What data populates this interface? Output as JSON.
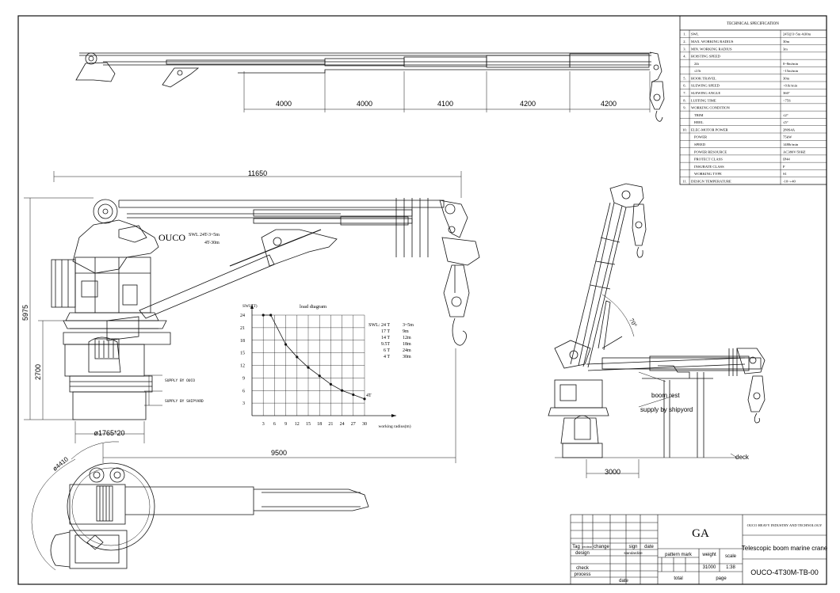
{
  "spec": {
    "title": "TECHNICAL SPECIFICATION",
    "rows": [
      {
        "no": "1.",
        "label": "SWL",
        "value": "24T@3~5m 4t30m"
      },
      {
        "no": "2.",
        "label": "MAX. WORKING RADIUS",
        "value": "30m"
      },
      {
        "no": "3.",
        "label": "MIN. WORKING RADIUS",
        "value": "3m"
      },
      {
        "no": "4.",
        "label": "HOISTING SPEED",
        "value": ""
      },
      {
        "no": "",
        "label": "24t",
        "value": "0~8m/min"
      },
      {
        "no": "",
        "label": "≤15t",
        "value": "~15m/min"
      },
      {
        "no": "5.",
        "label": "HOOK TRAVEL",
        "value": "30m"
      },
      {
        "no": "6.",
        "label": "SLEWING SPEED",
        "value": "~0.6r/min"
      },
      {
        "no": "7.",
        "label": "SLEWING ANGLE",
        "value": "360°"
      },
      {
        "no": "8.",
        "label": "LUFFING TIME",
        "value": "~75S"
      },
      {
        "no": "9.",
        "label": "WORKING CONDITION",
        "value": ""
      },
      {
        "no": "",
        "label": "TRIM",
        "value": "≤2°"
      },
      {
        "no": "",
        "label": "HEEL",
        "value": "≤5°"
      },
      {
        "no": "10.",
        "label": "ELEC-MOTOR POWER",
        "value": "280S4A"
      },
      {
        "no": "",
        "label": "POWER",
        "value": "75kW"
      },
      {
        "no": "",
        "label": "SPEED",
        "value": "1480r/min"
      },
      {
        "no": "",
        "label": "POWER RESOURCE",
        "value": "AC380V/50HZ"
      },
      {
        "no": "",
        "label": "PROTECT CLASS",
        "value": "IP44"
      },
      {
        "no": "",
        "label": "INSURATE CLASS",
        "value": "F"
      },
      {
        "no": "",
        "label": "WORKING TYPE",
        "value": "S1"
      },
      {
        "no": "11.",
        "label": "DESIGN TEMPERATURE",
        "value": "-10~+40"
      }
    ]
  },
  "dims": {
    "top_segments": [
      "4000",
      "4000",
      "4100",
      "4200",
      "4200"
    ],
    "total_length": "11650",
    "height": "5975",
    "lower_height": "2700",
    "base_dia": "ø1765*20",
    "slew_radius": "ø4410",
    "reach": "9500",
    "side_offset": "3000",
    "angle": "70°"
  },
  "labels": {
    "brand": "OUCO",
    "swl_line1": "SWL  24T-3~5m",
    "swl_line2": "4T-30m",
    "supply_ouco": "SUPPLY BY OUCO",
    "supply_shipyard": "SUPPLY BY SHIPYARD",
    "boom_rest": "boom rest",
    "supply_shipyord": "supply by shipyord",
    "deck": "deck"
  },
  "chart_data": {
    "type": "line",
    "title": "load diagram",
    "xlabel": "working radius(m)",
    "ylabel": "SWL(T)",
    "x_ticks": [
      3,
      6,
      9,
      12,
      15,
      18,
      21,
      24,
      27,
      30
    ],
    "y_ticks": [
      3,
      6,
      9,
      12,
      15,
      18,
      21,
      24
    ],
    "xlim": [
      0,
      30
    ],
    "ylim": [
      0,
      24
    ],
    "grid": true,
    "x": [
      3,
      5,
      9,
      12,
      15,
      18,
      21,
      24,
      27,
      30
    ],
    "values": [
      24,
      24,
      17,
      14,
      11.5,
      9.5,
      7.5,
      6,
      5,
      4
    ],
    "end_label": "4T",
    "legend": [
      {
        "swl": "SWL: 24 T",
        "radius": "3~5m"
      },
      {
        "swl": "17 T",
        "radius": "9m"
      },
      {
        "swl": "14 T",
        "radius": "12m"
      },
      {
        "swl": "9.5T",
        "radius": "18m"
      },
      {
        "swl": "6 T",
        "radius": "24m"
      },
      {
        "swl": "4 T",
        "radius": "30m"
      }
    ]
  },
  "title_block": {
    "company": "OUCO HEAVY INDUSTRY AND TECHNOLOGY",
    "drawing_type": "GA",
    "description": "Telescopic boom marine crane",
    "drawing_no": "OUCO-4T30M-TB-00",
    "headers": [
      "Tag",
      "review",
      "change",
      "sign",
      "date"
    ],
    "design": "design",
    "standardize": "standardize",
    "check": "check",
    "process": "process",
    "date": "date",
    "pattern_mark": "pattern mark",
    "weight_label": "weight",
    "scale_label": "scale",
    "weight": "31000",
    "scale": "1:38",
    "total": "total",
    "page": "page"
  }
}
